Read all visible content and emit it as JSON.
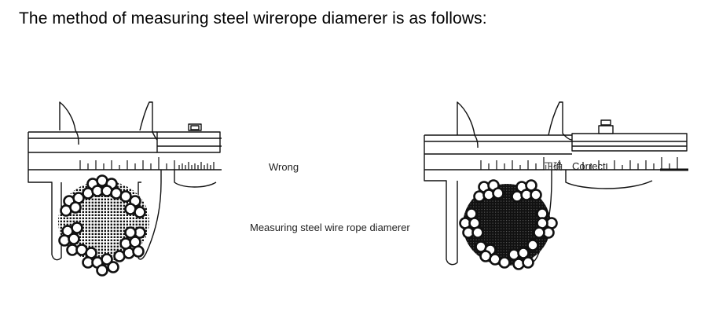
{
  "heading": "The method of measuring steel wirerope diamerer is as follows:",
  "labels": {
    "wrong": "Wrong",
    "correct_cn": "正确",
    "correct": "Correct",
    "caption": "Measuring steel wire rope diamerer"
  }
}
